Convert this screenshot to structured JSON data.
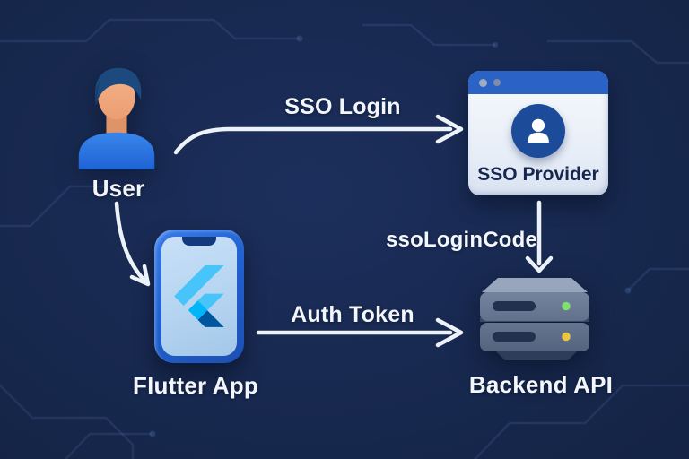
{
  "diagram": {
    "background_color": "#152548",
    "arrow_color": "#edf2f9",
    "text_color": "#f3f6fb",
    "nodes": [
      {
        "id": "user",
        "label": "User",
        "icon": "user-icon"
      },
      {
        "id": "sso_provider",
        "label": "SSO Provider",
        "icon": "browser-window-icon",
        "titlebar_color": "#2a63c5",
        "avatar_color": "#1c4b99"
      },
      {
        "id": "flutter_app",
        "label": "Flutter App",
        "icon": "smartphone-flutter-icon",
        "frame_color": "#2161d0",
        "flutter_colors": [
          "#47C5FB",
          "#00B5F8",
          "#00569E"
        ]
      },
      {
        "id": "backend_api",
        "label": "Backend API",
        "icon": "server-icon",
        "led_colors": [
          "#7fe06d",
          "#ecc63e"
        ]
      }
    ],
    "edges": [
      {
        "from": "user",
        "to": "sso_provider",
        "label": "SSO Login"
      },
      {
        "from": "user",
        "to": "flutter_app",
        "label": ""
      },
      {
        "from": "sso_provider",
        "to": "backend_api",
        "label": "ssoLoginCode"
      },
      {
        "from": "flutter_app",
        "to": "backend_api",
        "label": "Auth Token"
      }
    ]
  }
}
